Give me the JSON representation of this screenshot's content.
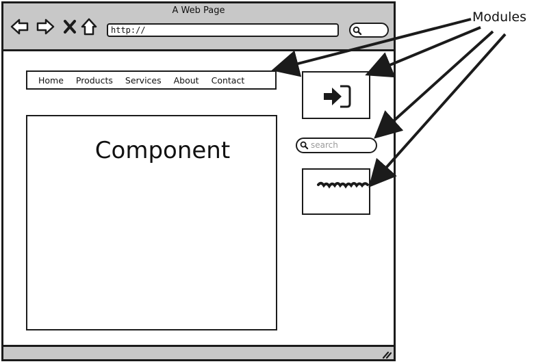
{
  "window": {
    "title": "A Web Page",
    "url": "http://",
    "nav_icons": [
      "back-arrow-icon",
      "forward-arrow-icon",
      "stop-x-icon",
      "home-icon"
    ]
  },
  "menu": {
    "items": [
      "Home",
      "Products",
      "Services",
      "About",
      "Contact"
    ]
  },
  "component": {
    "title": "Component"
  },
  "sidebar": {
    "login_icon": "login-arrow-icon",
    "search_placeholder": "search"
  },
  "annotation": {
    "label": "Modules"
  },
  "colors": {
    "chrome": "#c8c8c8",
    "stroke": "#1b1b1b",
    "placeholder": "#9a9a9a"
  }
}
